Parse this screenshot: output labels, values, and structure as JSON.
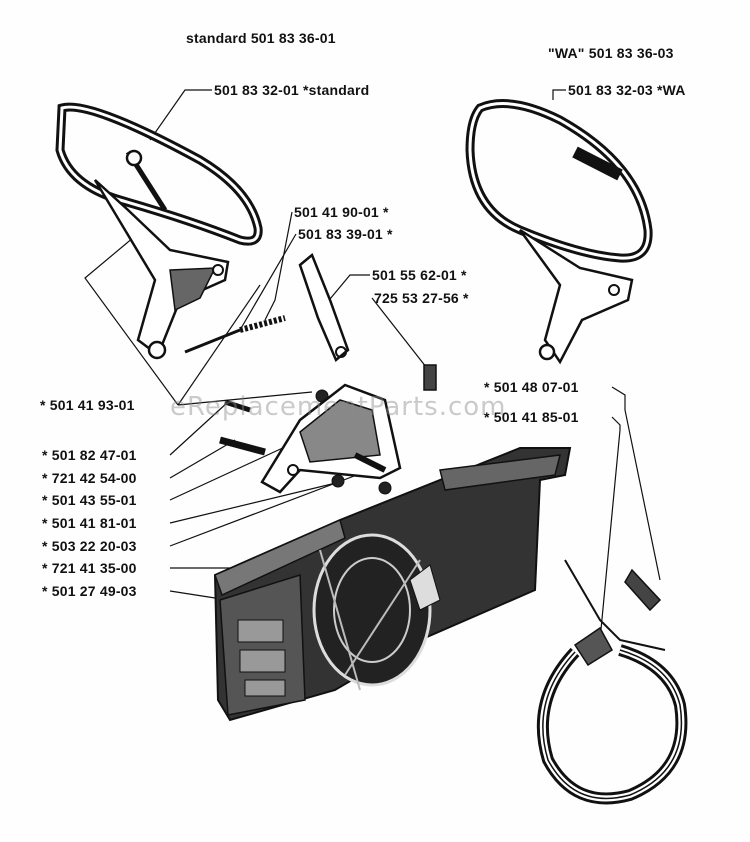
{
  "assemblies": {
    "standard_title": "standard 501 83 36-01",
    "wa_title": "\"WA\" 501 83 36-03"
  },
  "watermark": "eReplacementParts.com",
  "part_labels": {
    "handguard_standard": "501 83 32-01  *standard",
    "handguard_wa": "501 83 32-03  *WA",
    "p501419001": "501 41 90-01  *",
    "p501833901": "501 83 39-01  *",
    "p501556201": "501 55 62-01  *",
    "p725532756": "725 53 27-56  *",
    "p501419301": "*  501 41 93-01",
    "p501480701": "*  501 48 07-01",
    "p501418501": "*  501 41 85-01",
    "p501824701": "*  501 82 47-01",
    "p721425400": "*  721 42 54-00",
    "p501435501": "*  501 43 55-01",
    "p501418101": "*  501 41 81-01",
    "p503222003": "*  503 22 20-03",
    "p721413500": "*  721 41 35-00",
    "p501274903": "*  501 27 49-03"
  }
}
